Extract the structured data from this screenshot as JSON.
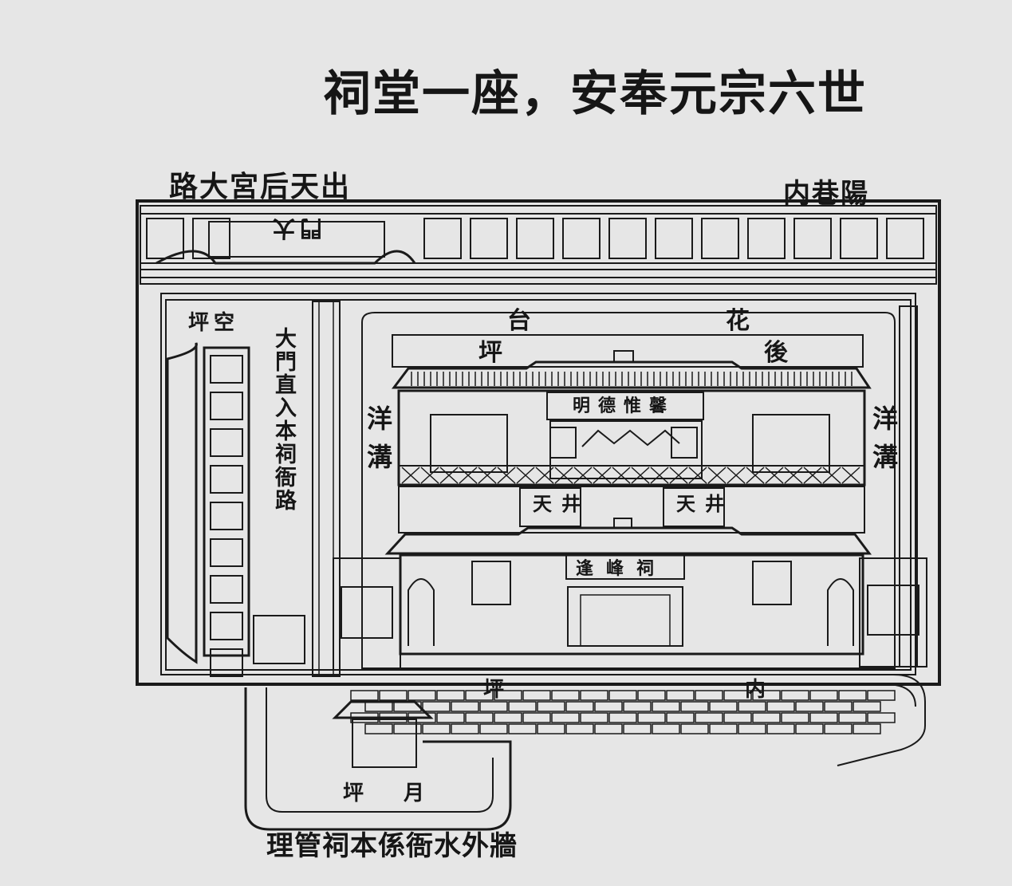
{
  "title": "祠堂一座，安奉元宗六世",
  "labels": {
    "road_top": "路大宮后天出",
    "lane": "内巷陽",
    "gate": "門大",
    "kongping": "坪空",
    "straight_road": "大門直入本祠衙路",
    "flower_left": "台",
    "flower_right": "花",
    "back_left": "坪",
    "back_right": "後",
    "yanggou_left": "洋溝",
    "yanggou_right": "洋溝",
    "plaque": "明德惟馨",
    "tianjing_left": "天井",
    "tianjing_right": "天井",
    "hall_name": "逢峰祠",
    "inner_left": "坪",
    "inner_right": "内",
    "moon_left": "坪",
    "moon_right": "月",
    "bottom_note": "理管祠本係衙水外牆"
  }
}
